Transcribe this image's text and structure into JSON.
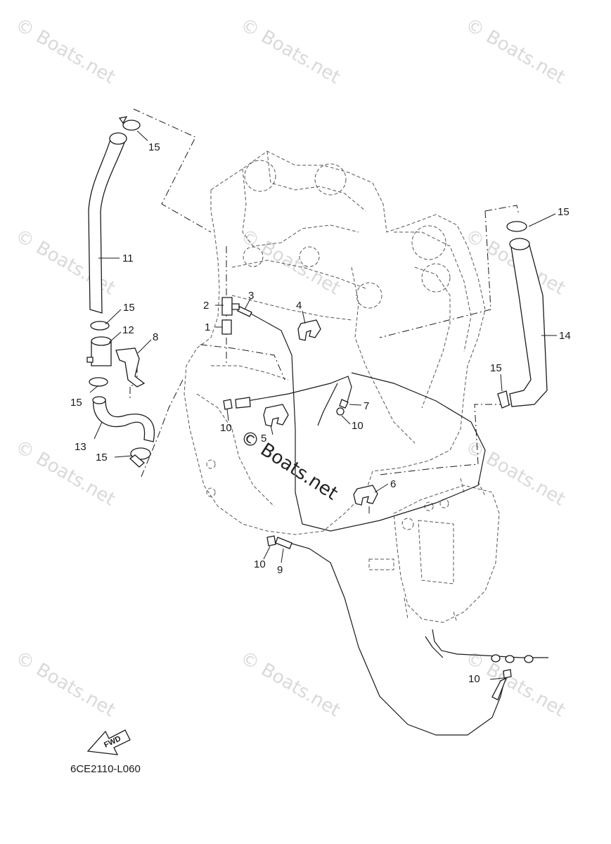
{
  "drawing_code": "6CE2110-L060",
  "fwd_label": "FWD",
  "watermark": "© Boats.net",
  "callouts": {
    "c1": "1",
    "c2": "2",
    "c3": "3",
    "c4": "4",
    "c5": "5",
    "c6": "6",
    "c7": "7",
    "c8": "8",
    "c9": "9",
    "c10a": "10",
    "c10b": "10",
    "c10c": "10",
    "c10d": "10",
    "c11": "11",
    "c12": "12",
    "c13": "13",
    "c14": "14",
    "c15a": "15",
    "c15b": "15",
    "c15c": "15",
    "c15d": "15",
    "c15e": "15",
    "c15f": "15"
  },
  "icons": {
    "fwd_arrow": "fwd-arrow-icon"
  }
}
